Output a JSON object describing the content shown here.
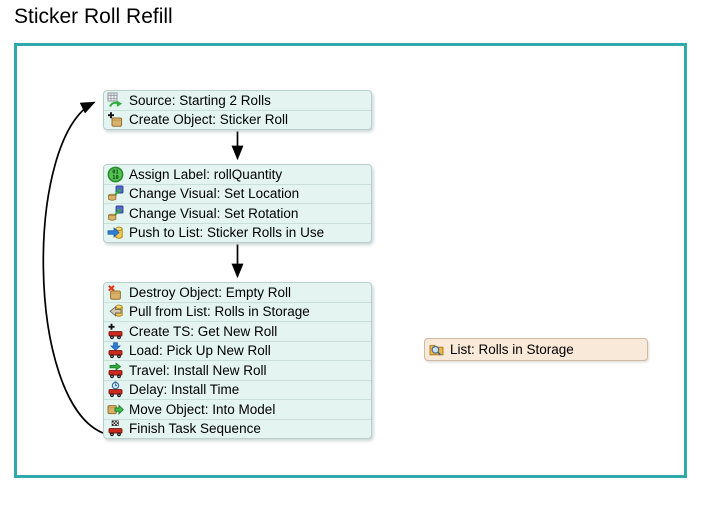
{
  "title": "Sticker Roll Refill",
  "colors": {
    "frame_border": "#2fa9a9",
    "block_bg": "#e3f4f1",
    "block_border": "#b9cfcb",
    "row_divider": "#c9e0da",
    "list_bg": "#f9e9d8",
    "list_border": "#cdbba4",
    "connector": "#000000",
    "text": "#000000"
  },
  "blocks": {
    "block1": {
      "activities": [
        {
          "icon": "source-icon",
          "label": "Source: Starting 2 Rolls"
        },
        {
          "icon": "create-object-icon",
          "label": "Create Object: Sticker Roll"
        }
      ]
    },
    "block2": {
      "activities": [
        {
          "icon": "assign-label-icon",
          "label": "Assign Label: rollQuantity"
        },
        {
          "icon": "change-visual-icon",
          "label": "Change Visual: Set Location"
        },
        {
          "icon": "change-visual-icon",
          "label": "Change Visual: Set Rotation"
        },
        {
          "icon": "push-to-list-icon",
          "label": "Push to List: Sticker Rolls in Use"
        }
      ]
    },
    "block3": {
      "activities": [
        {
          "icon": "destroy-object-icon",
          "label": "Destroy Object: Empty Roll"
        },
        {
          "icon": "pull-from-list-icon",
          "label": "Pull from List: Rolls in Storage"
        },
        {
          "icon": "create-ts-icon",
          "label": "Create TS: Get New Roll"
        },
        {
          "icon": "load-icon",
          "label": "Load: Pick Up New Roll"
        },
        {
          "icon": "travel-icon",
          "label": "Travel: Install New Roll"
        },
        {
          "icon": "delay-icon",
          "label": "Delay: Install Time"
        },
        {
          "icon": "move-object-icon",
          "label": "Move Object: Into Model"
        },
        {
          "icon": "finish-task-sequence-icon",
          "label": "Finish Task Sequence"
        }
      ]
    }
  },
  "list_box": {
    "icon": "list-icon",
    "label": "List: Rolls in Storage"
  }
}
